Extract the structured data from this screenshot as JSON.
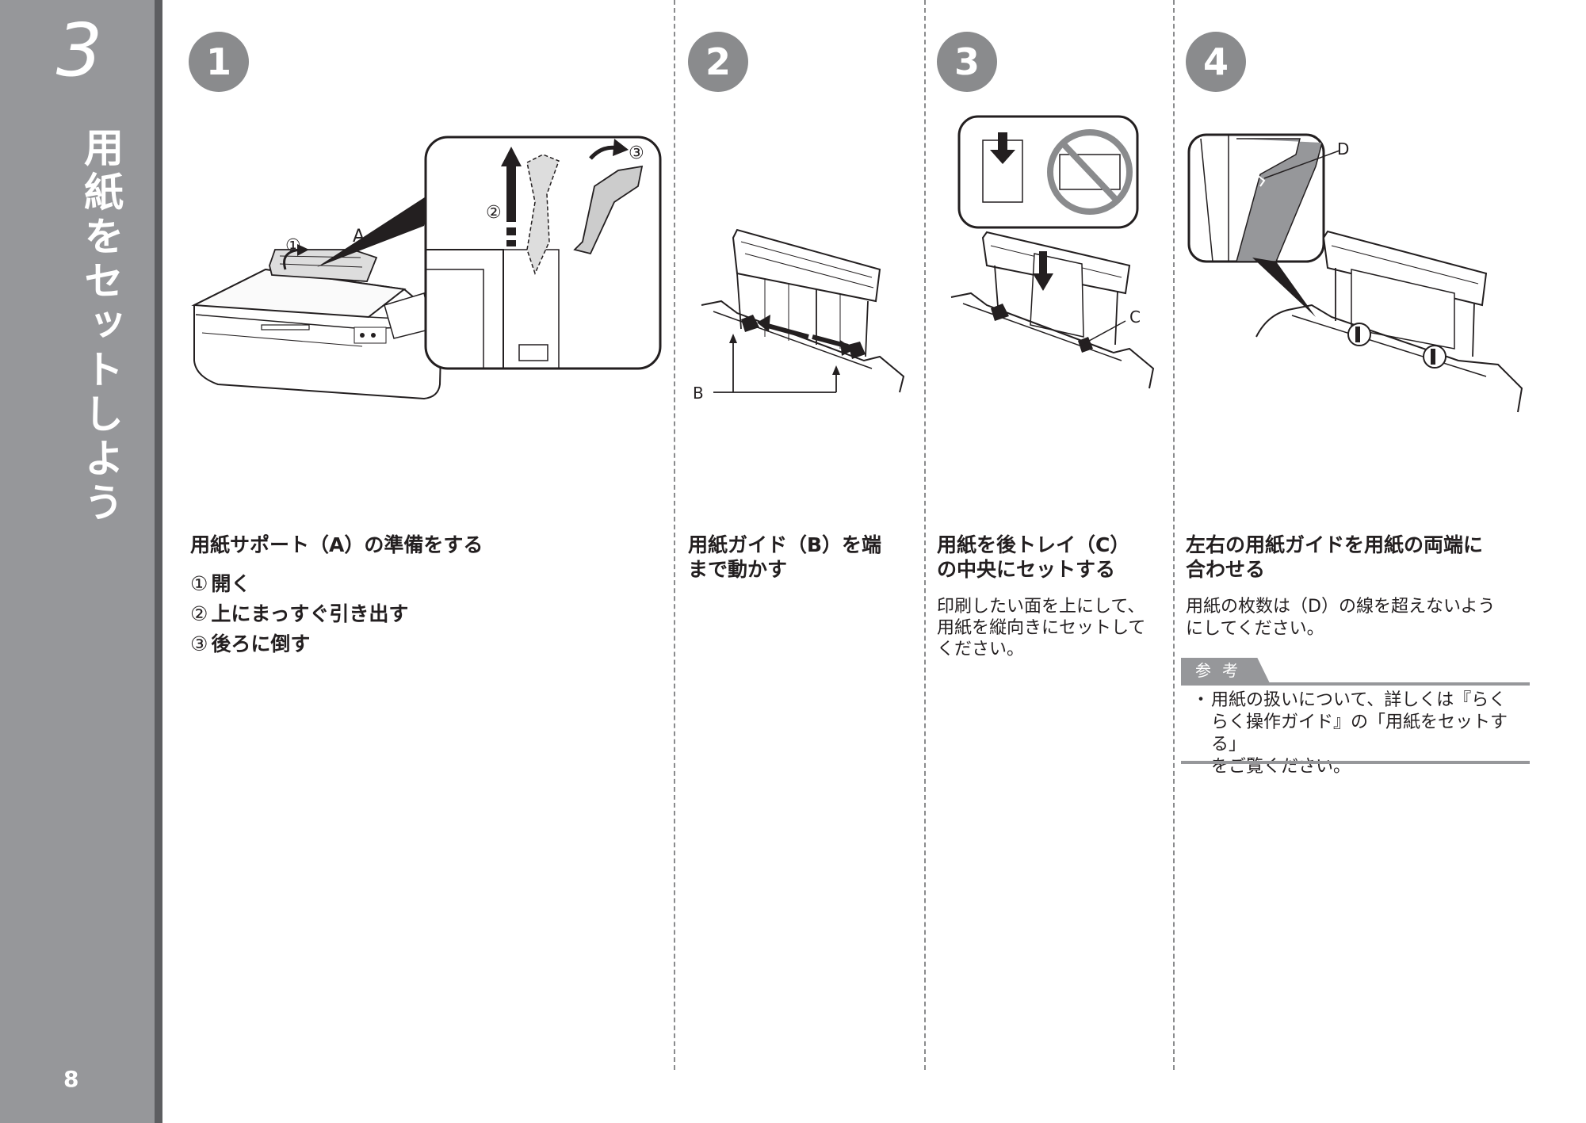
{
  "sidebar": {
    "number": "3",
    "title": "用紙をセットしよう",
    "page_number": "8"
  },
  "steps": [
    {
      "badge": "1",
      "heading": "用紙サポート（A）の準備をする",
      "substeps": [
        {
          "marker": "①",
          "text": "開く"
        },
        {
          "marker": "②",
          "text": "上にまっすぐ引き出す"
        },
        {
          "marker": "③",
          "text": "後ろに倒す"
        }
      ],
      "callouts": {
        "c1": "①",
        "c2": "②",
        "c3": "③",
        "a": "A"
      }
    },
    {
      "badge": "2",
      "heading_l1": "用紙ガイド（B）を端",
      "heading_l2": "まで動かす",
      "callouts": {
        "b": "B"
      }
    },
    {
      "badge": "3",
      "heading_l1": "用紙を後トレイ（C）",
      "heading_l2": "の中央にセットする",
      "body_l1": "印刷したい面を上にして、",
      "body_l2": "用紙を縦向きにセットして",
      "body_l3": "ください。",
      "callouts": {
        "c": "C"
      }
    },
    {
      "badge": "4",
      "heading_l1": "左右の用紙ガイドを用紙の両端に",
      "heading_l2": "合わせる",
      "body_l1": "用紙の枚数は（D）の線を超えないよう",
      "body_l2": "にしてください。",
      "callouts": {
        "d": "D"
      },
      "reference": {
        "tab": "参考",
        "bullet": "・",
        "line1": "用紙の扱いについて、詳しくは『らく",
        "line2": "らく操作ガイド』の「用紙をセットする」",
        "line3": "をご覧ください。"
      }
    }
  ],
  "colors": {
    "sidebar_gray": "#96979a",
    "badge_gray": "#8a8b8d",
    "text": "#231f20"
  }
}
